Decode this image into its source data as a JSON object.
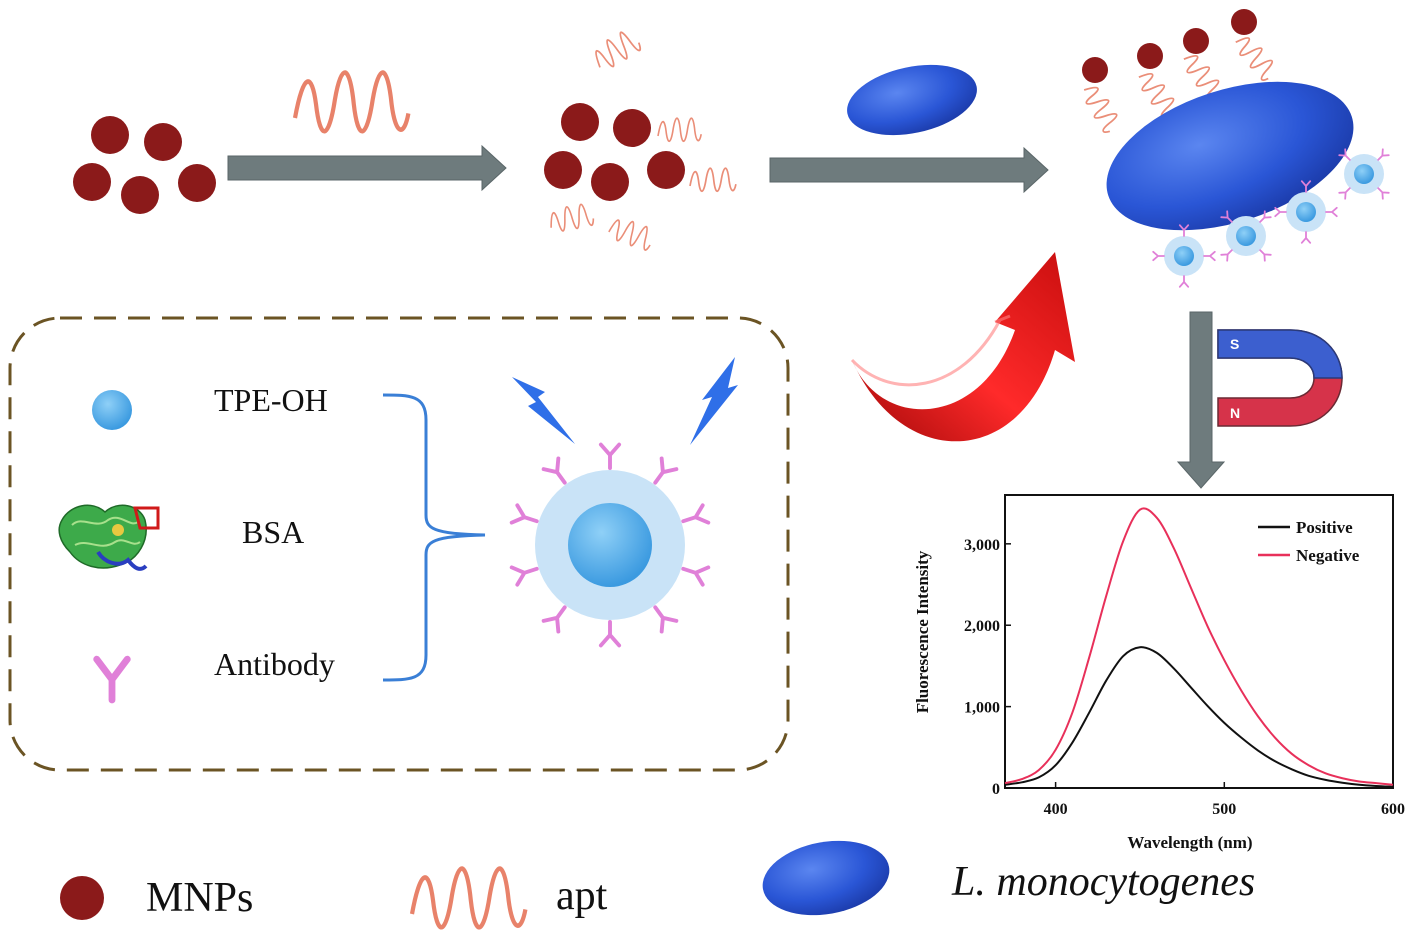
{
  "components": {
    "tpe": "TPE-OH",
    "bsa": "BSA",
    "antibody": "Antibody"
  },
  "legend": {
    "mnps": "MNPs",
    "apt": "apt",
    "bacteria": "L. monocytogenes"
  },
  "colors": {
    "mnp": "#8b1a1a",
    "apt": "#e8826a",
    "bacteria": "#2a56d6",
    "arrow_gray": "#6e7b7d",
    "arrow_red": "#e01818",
    "probe_outer": "#c9e3f7",
    "probe_core": "#5aaee8",
    "antibody": "#e080d8",
    "dash_border": "#6b5424",
    "bracket": "#3a7fd6",
    "lightning": "#2f6fe8",
    "positive": "#111111",
    "negative": "#e8305a"
  },
  "chart_data": {
    "type": "line",
    "xlabel": "Wavelength (nm)",
    "ylabel": "Fluorescence Intensity",
    "xlim": [
      370,
      600
    ],
    "ylim": [
      0,
      3600
    ],
    "xticks": [
      400,
      500,
      600
    ],
    "yticks": [
      0,
      1000,
      2000,
      3000
    ],
    "xtick_labels": [
      "400",
      "500",
      "600"
    ],
    "ytick_labels": [
      "0",
      "1,000",
      "2,000",
      "3,000"
    ],
    "legend_position": "top-right",
    "series": [
      {
        "name": "Positive",
        "color": "#111111",
        "x": [
          370,
          380,
          390,
          400,
          410,
          420,
          430,
          440,
          450,
          460,
          470,
          480,
          490,
          500,
          510,
          520,
          530,
          540,
          550,
          560,
          570,
          580,
          590,
          600
        ],
        "y": [
          40,
          70,
          130,
          280,
          560,
          930,
          1320,
          1620,
          1730,
          1660,
          1470,
          1240,
          1010,
          800,
          620,
          460,
          330,
          230,
          150,
          100,
          65,
          40,
          25,
          15
        ]
      },
      {
        "name": "Negative",
        "color": "#e8305a",
        "x": [
          370,
          380,
          390,
          400,
          410,
          420,
          430,
          440,
          450,
          460,
          470,
          480,
          490,
          500,
          510,
          520,
          530,
          540,
          550,
          560,
          570,
          580,
          590,
          600
        ],
        "y": [
          60,
          110,
          220,
          470,
          930,
          1610,
          2360,
          3030,
          3420,
          3320,
          2950,
          2470,
          1990,
          1570,
          1200,
          880,
          620,
          420,
          280,
          180,
          120,
          80,
          60,
          40
        ]
      }
    ]
  }
}
